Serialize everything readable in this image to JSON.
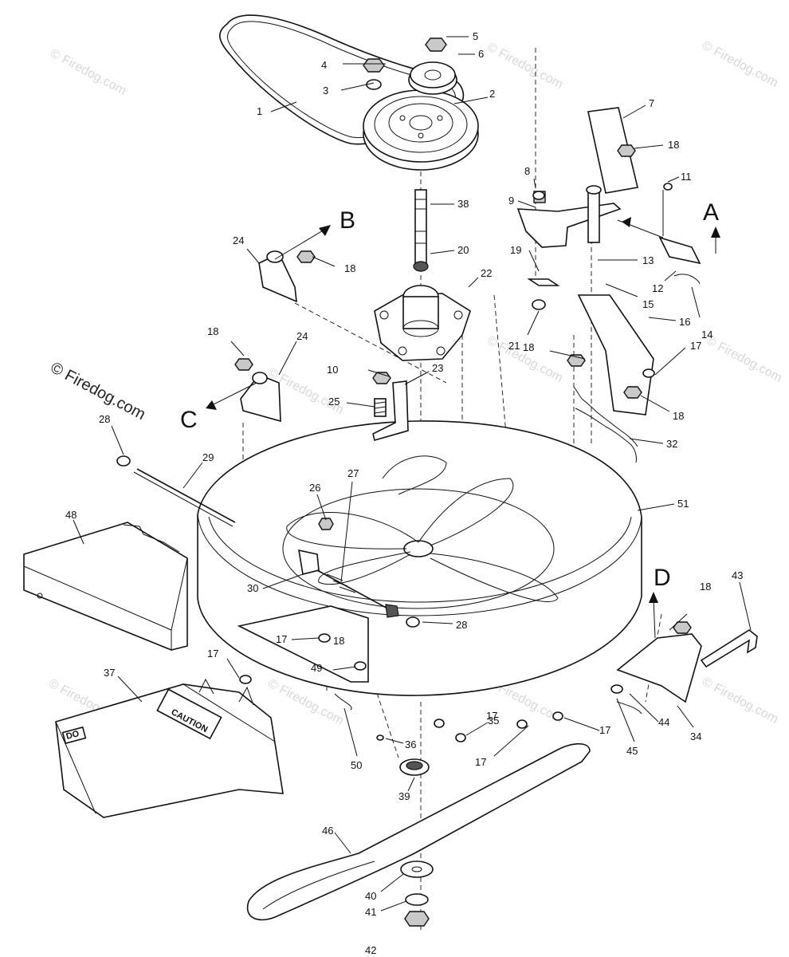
{
  "watermark": {
    "text": "© Firedog.com",
    "label_instances": [
      "© Firedog.com",
      "© Firedog.com",
      "© Firedog.com",
      "© Firedog.com",
      "© Firedog.com",
      "© Firedog.com",
      "© Firedog.com",
      "© Firedog.com",
      "© Firedog.com",
      "© Firedog.com",
      "© Firedog.com"
    ],
    "prominent": "© Firedog.com"
  },
  "view_letters": [
    "A",
    "B",
    "C",
    "D"
  ],
  "callouts": [
    "1",
    "2",
    "3",
    "4",
    "5",
    "6",
    "7",
    "8",
    "9",
    "10",
    "11",
    "12",
    "13",
    "14",
    "15",
    "16",
    "17",
    "17",
    "17",
    "17",
    "17",
    "17",
    "18",
    "18",
    "18",
    "18",
    "18",
    "18",
    "18",
    "19",
    "20",
    "21",
    "22",
    "23",
    "24",
    "24",
    "25",
    "26",
    "27",
    "28",
    "28",
    "29",
    "30",
    "32",
    "34",
    "35",
    "36",
    "37",
    "38",
    "39",
    "40",
    "41",
    "42",
    "43",
    "44",
    "45",
    "46",
    "48",
    "49",
    "50",
    "51"
  ],
  "decals": {
    "chute_caution": "CAUTION",
    "chute_brand": "DO"
  }
}
